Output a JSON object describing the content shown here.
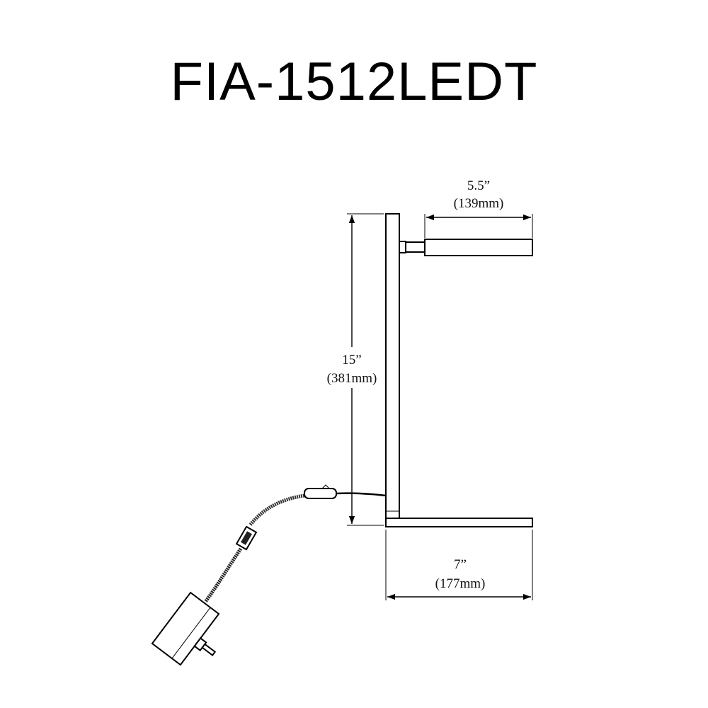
{
  "title": "FIA-1512LEDT",
  "dimensions": {
    "height": {
      "imperial": "15”",
      "metric": "(381mm)"
    },
    "head_length": {
      "imperial": "5.5”",
      "metric": "(139mm)"
    },
    "base_length": {
      "imperial": "7”",
      "metric": "(177mm)"
    }
  }
}
